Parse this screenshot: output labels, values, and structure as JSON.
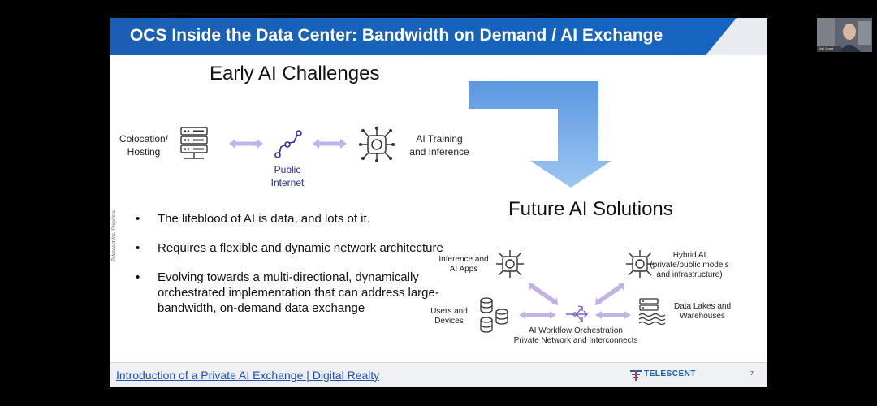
{
  "slide": {
    "title": "OCS Inside the Data Center: Bandwidth on Demand / AI Exchange",
    "early_heading": "Early AI Challenges",
    "future_heading": "Future AI Solutions",
    "colocation_label": "Colocation/\nHosting",
    "internet_label": "Public\nInternet",
    "training_label": "AI Training\nand Inference",
    "bullets": [
      "The lifeblood of AI is data, and lots of it.",
      "Requires a flexible and dynamic network architecture",
      "Evolving towards a multi-directional, dynamically orchestrated implementation that can address large-bandwidth, on-demand data exchange"
    ],
    "bullet_symbol": "•",
    "side_note": "Telescent Inc. Proprieta",
    "inference_label": "Inference and\nAI Apps",
    "hybrid_label": "Hybrid AI\n(private/public models\nand infrastructure)",
    "users_label": "Users and\nDevices",
    "datalakes_label": "Data Lakes and\nWarehouses",
    "orchestration_label": "AI Workflow Orchestration\nPrivate Network and Interconnects",
    "footer_link": "Introduction of a Private AI Exchange | Digital Realty",
    "brand": "TELESCENT",
    "page_number": "7"
  },
  "webcam": {
    "name_tag": "Bob Grant"
  },
  "colors": {
    "title_bar": "#1565c0",
    "accent_arrow": "#6fa8e8",
    "connector_arrow": "#c2b2e8",
    "link": "#1f4fb8"
  }
}
